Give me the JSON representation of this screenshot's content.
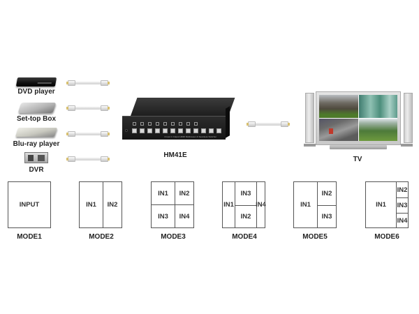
{
  "sources": [
    {
      "label": "DVD player",
      "icon": "dvd-player-icon"
    },
    {
      "label": "Set-top Box",
      "icon": "set-top-box-icon"
    },
    {
      "label": "Blu-ray player",
      "icon": "blu-ray-player-icon"
    },
    {
      "label": "DVR",
      "icon": "dvr-icon"
    }
  ],
  "cables": {
    "icon": "hdmi-cable-icon",
    "count": 5
  },
  "switcher": {
    "label": "HM41E",
    "panel_text": "4 Input 1 Output HDMI Multiviewer & Seamless Switcher",
    "button_count": 12
  },
  "display": {
    "label": "TV",
    "icon": "tv-icon"
  },
  "modes": [
    {
      "label": "MODE1",
      "cells": [
        "INPUT"
      ]
    },
    {
      "label": "MODE2",
      "cells": [
        "IN1",
        "IN2"
      ]
    },
    {
      "label": "MODE3",
      "cells": [
        "IN1",
        "IN2",
        "IN3",
        "IN4"
      ]
    },
    {
      "label": "MODE4",
      "cells": [
        "IN1",
        "IN3",
        "IN2",
        "IN4"
      ]
    },
    {
      "label": "MODE5",
      "cells": [
        "IN1",
        "IN2",
        "IN3"
      ]
    },
    {
      "label": "MODE6",
      "cells": [
        "IN1",
        "IN2",
        "IN3",
        "IN4"
      ]
    }
  ]
}
